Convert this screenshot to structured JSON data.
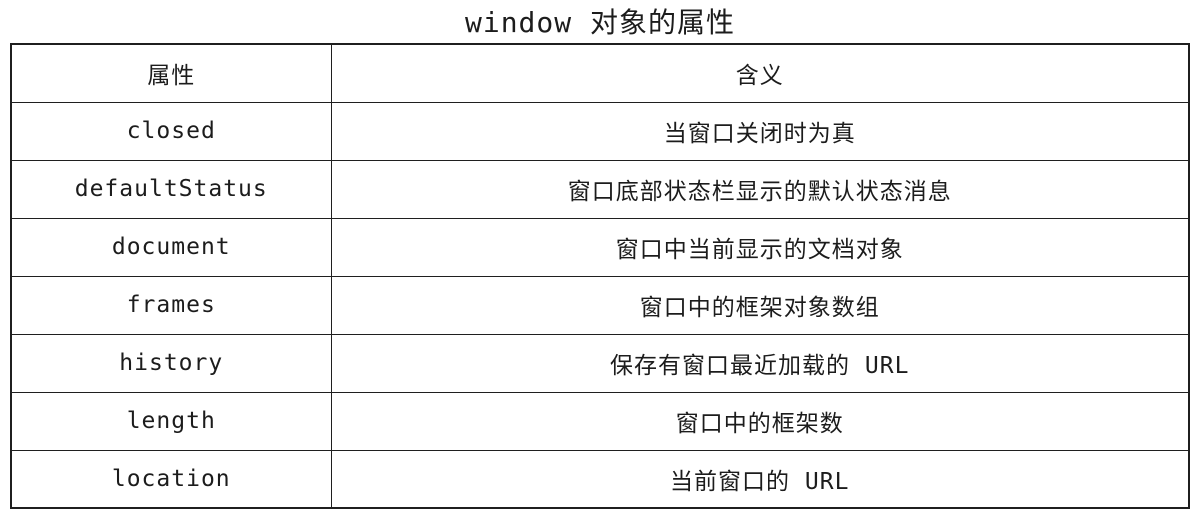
{
  "title": "window 对象的属性",
  "table": {
    "headers": [
      "属性",
      "含义"
    ],
    "rows": [
      {
        "property": "closed",
        "meaning": "当窗口关闭时为真"
      },
      {
        "property": "defaultStatus",
        "meaning": "窗口底部状态栏显示的默认状态消息"
      },
      {
        "property": "document",
        "meaning": "窗口中当前显示的文档对象"
      },
      {
        "property": "frames",
        "meaning": "窗口中的框架对象数组"
      },
      {
        "property": "history",
        "meaning": "保存有窗口最近加载的 URL"
      },
      {
        "property": "length",
        "meaning": "窗口中的框架数"
      },
      {
        "property": "location",
        "meaning": "当前窗口的 URL"
      }
    ]
  },
  "colors": {
    "border": "#1f1f1f",
    "text": "#1c1c1c",
    "background": "#ffffff"
  }
}
